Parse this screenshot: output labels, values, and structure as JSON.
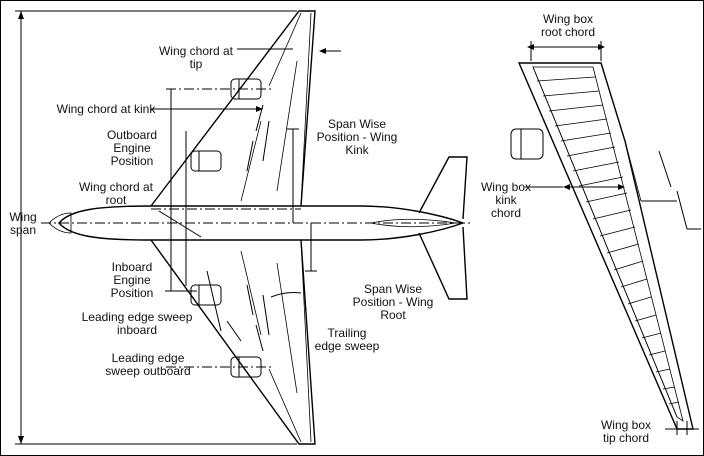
{
  "labels": {
    "wing_span": "Wing\nspan",
    "wing_chord_tip": "Wing chord at\ntip",
    "wing_chord_kink": "Wing chord at kink",
    "outboard_engine": "Outboard\nEngine\nPosition",
    "wing_chord_root": "Wing chord at\nroot",
    "inboard_engine": "Inboard\nEngine\nPosition",
    "le_sweep_inboard": "Leading edge sweep\ninboard",
    "le_sweep_outboard": "Leading edge\nsweep outboard",
    "span_pos_kink": "Span Wise\nPosition - Wing\nKink",
    "span_pos_root": "Span Wise\nPosition - Wing\nRoot",
    "trailing_edge_sweep": "Trailing\nedge sweep",
    "wing_box_root_chord": "Wing box\nroot chord",
    "wing_box_kink_chord": "Wing box\nkink\nchord",
    "wing_box_tip_chord": "Wing box\ntip chord"
  }
}
